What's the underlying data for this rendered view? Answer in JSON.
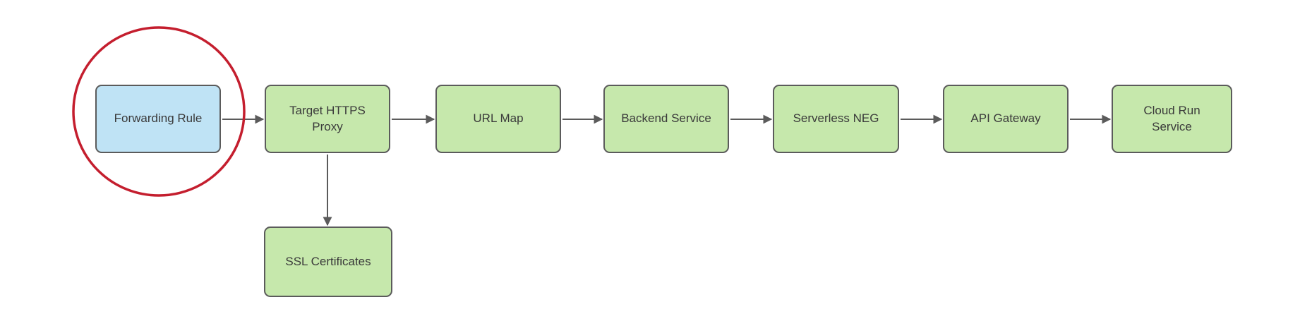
{
  "nodes": [
    {
      "id": "forwarding-rule",
      "label": "Forwarding Rule",
      "fill": "#bfe3f5"
    },
    {
      "id": "target-https-proxy",
      "label": "Target HTTPS\nProxy",
      "fill": "#c6e8ac"
    },
    {
      "id": "url-map",
      "label": "URL Map",
      "fill": "#c6e8ac"
    },
    {
      "id": "backend-service",
      "label": "Backend Service",
      "fill": "#c6e8ac"
    },
    {
      "id": "serverless-neg",
      "label": "Serverless NEG",
      "fill": "#c6e8ac"
    },
    {
      "id": "api-gateway",
      "label": "API Gateway",
      "fill": "#c6e8ac"
    },
    {
      "id": "cloud-run-service",
      "label": "Cloud Run\nService",
      "fill": "#c6e8ac"
    },
    {
      "id": "ssl-certificates",
      "label": "SSL Certificates",
      "fill": "#c6e8ac"
    }
  ],
  "connectors": [
    {
      "from": "forwarding-rule",
      "to": "target-https-proxy"
    },
    {
      "from": "target-https-proxy",
      "to": "url-map"
    },
    {
      "from": "url-map",
      "to": "backend-service"
    },
    {
      "from": "backend-service",
      "to": "serverless-neg"
    },
    {
      "from": "serverless-neg",
      "to": "api-gateway"
    },
    {
      "from": "api-gateway",
      "to": "cloud-run-service"
    },
    {
      "from": "target-https-proxy",
      "to": "ssl-certificates"
    }
  ],
  "highlight": {
    "shape": "ellipse",
    "around": "forwarding-rule",
    "color": "#c41e2e"
  },
  "colors": {
    "node_border": "#5b5b5b",
    "connector": "#5b5b5b",
    "text": "#3a3a3a",
    "blue_fill": "#bfe3f5",
    "green_fill": "#c6e8ac",
    "highlight": "#c41e2e",
    "background": "#ffffff"
  }
}
